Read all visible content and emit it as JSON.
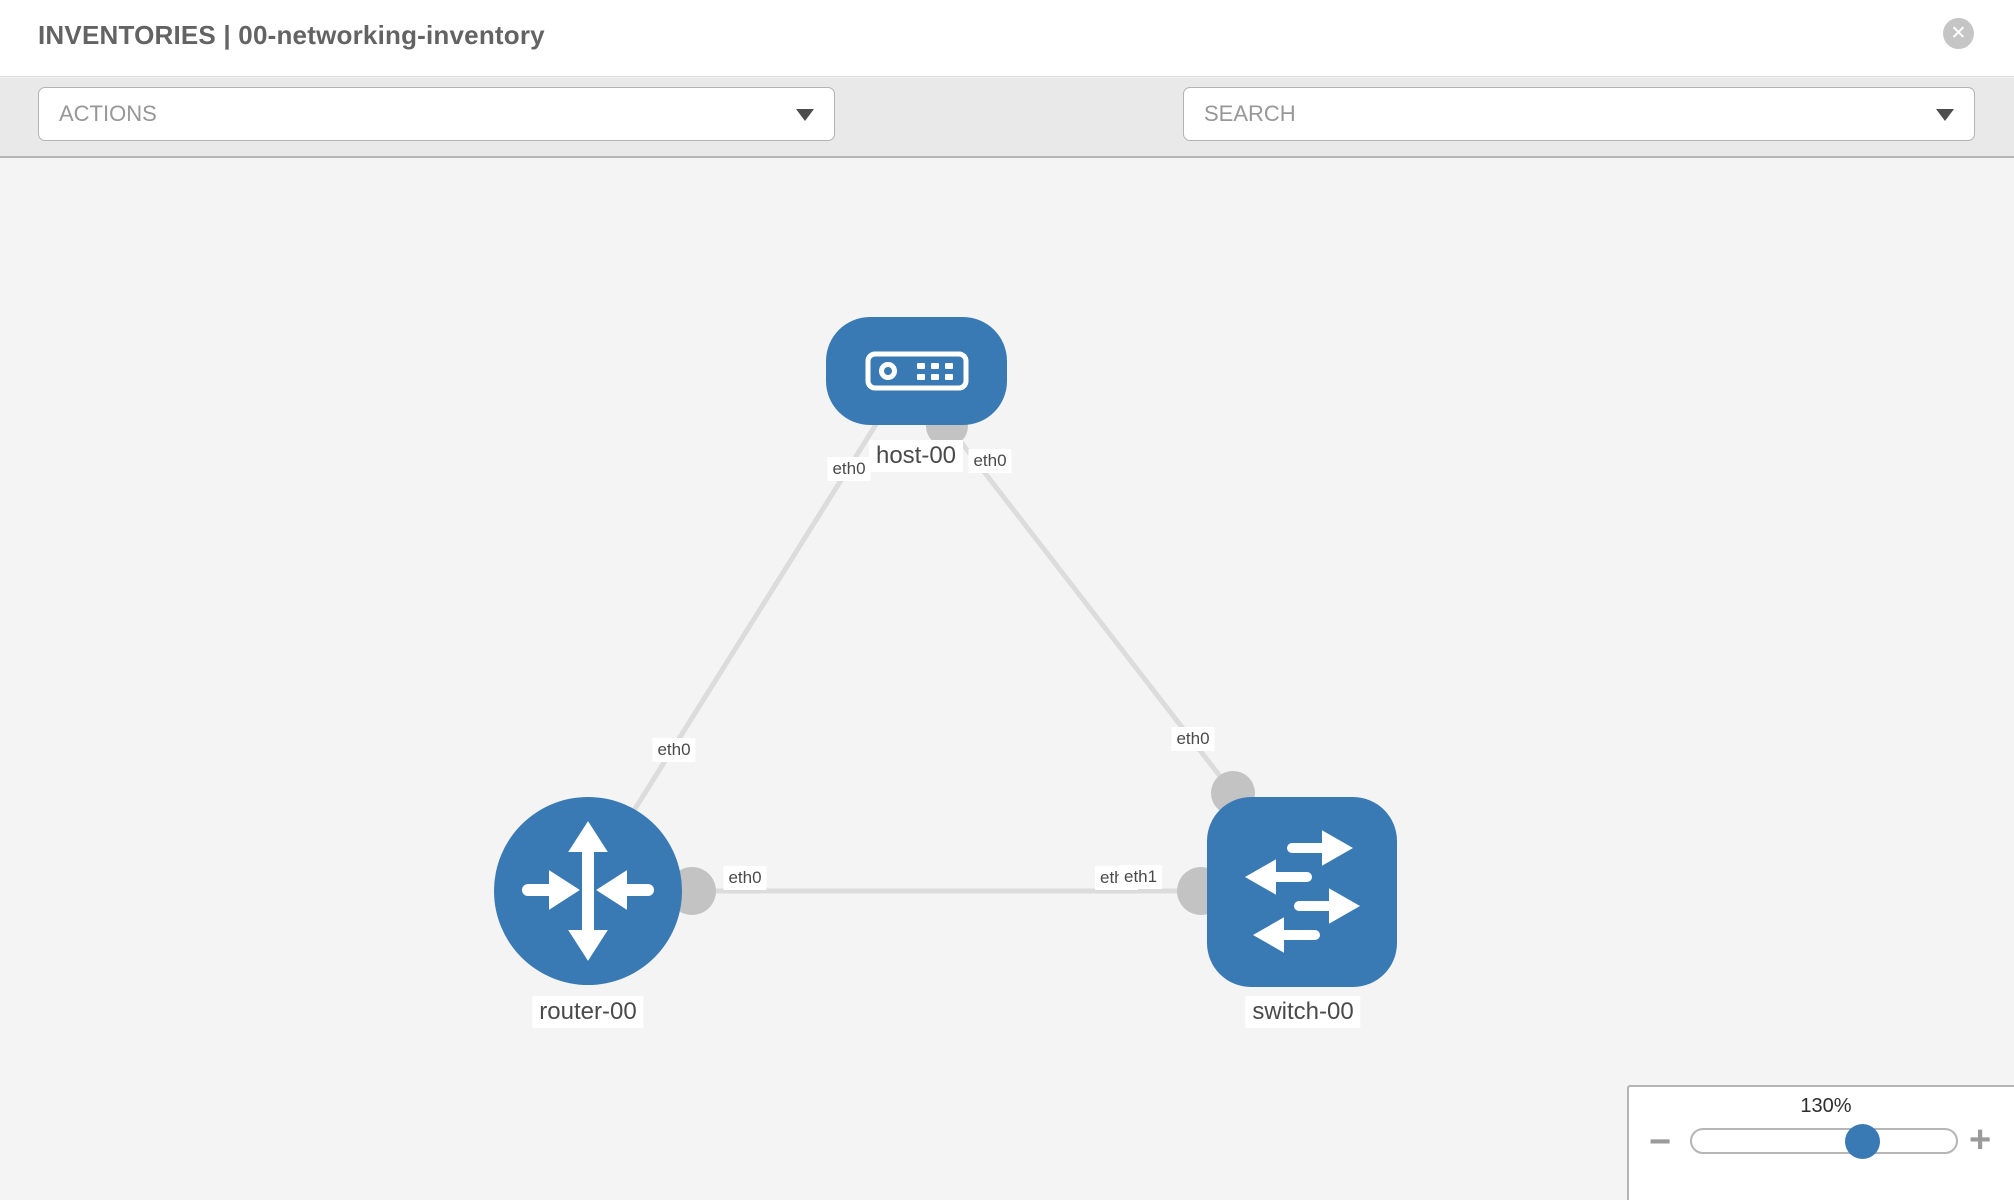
{
  "header": {
    "title": "INVENTORIES | 00-networking-inventory",
    "close_label": "✕"
  },
  "toolbar": {
    "actions_label": "ACTIONS",
    "search_placeholder": "SEARCH",
    "icons": [
      "wrench-icon",
      "key-icon"
    ]
  },
  "topology": {
    "nodes": [
      {
        "id": "host-00",
        "label": "host-00",
        "type": "host",
        "icon": "host-icon"
      },
      {
        "id": "router-00",
        "label": "router-00",
        "type": "router",
        "icon": "router-icon"
      },
      {
        "id": "switch-00",
        "label": "switch-00",
        "type": "switch",
        "icon": "switch-icon"
      }
    ],
    "links": [
      {
        "from": "host-00",
        "to": "router-00",
        "from_if": "eth0",
        "to_if": "eth0"
      },
      {
        "from": "host-00",
        "to": "switch-00",
        "from_if": "eth0",
        "to_if": "eth0"
      },
      {
        "from": "router-00",
        "to": "switch-00",
        "from_if": "eth0",
        "to_if": "eth1"
      }
    ],
    "interface_labels": [
      {
        "text": "eth0"
      },
      {
        "text": "eth0"
      },
      {
        "text": "eth0"
      },
      {
        "text": "eth0"
      },
      {
        "text": "eth0"
      },
      {
        "text": "eth0"
      },
      {
        "text": "eth1"
      }
    ]
  },
  "zoom_control": {
    "level": "130%",
    "percent": 130,
    "minus_label": "−",
    "plus_label": "+"
  },
  "colors": {
    "node_blue": "#3a7ab4",
    "port_gray": "#c3c3c3",
    "link_gray": "#dcdcdc",
    "toolbar_bg": "#e9e9e9",
    "canvas_bg": "#f4f4f4",
    "icon_gray": "#868e98"
  }
}
